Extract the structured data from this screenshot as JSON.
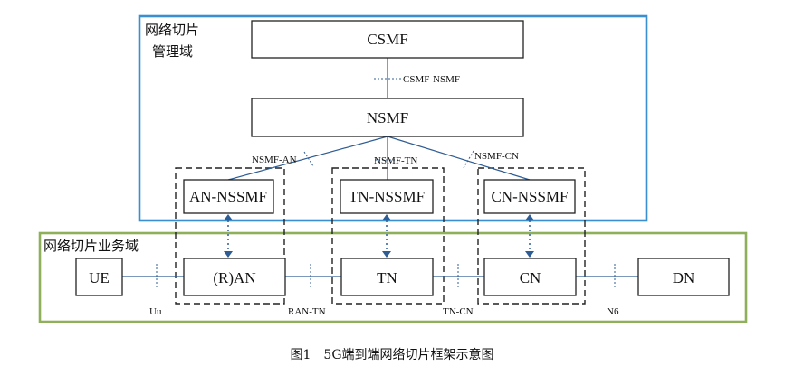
{
  "zones": {
    "management": "网络切片\n管理域",
    "service": "网络切片业务域"
  },
  "nodes": {
    "csmf": "CSMF",
    "nsmf": "NSMF",
    "an_nssmf": "AN-NSSMF",
    "tn_nssmf": "TN-NSSMF",
    "cn_nssmf": "CN-NSSMF",
    "ue": "UE",
    "ran": "(R)AN",
    "tn": "TN",
    "cn": "CN",
    "dn": "DN"
  },
  "interfaces": {
    "csmf_nsmf": "CSMF-NSMF",
    "nsmf_an": "NSMF-AN",
    "nsmf_tn": "NSMF-TN",
    "nsmf_cn": "NSMF-CN",
    "uu": "Uu",
    "ran_tn": "RAN-TN",
    "tn_cn": "TN-CN",
    "n6": "N6"
  },
  "caption": "图1　5G端到端网络切片框架示意图",
  "colors": {
    "management_border": "#3a8fd0",
    "service_border": "#8fb05a",
    "connector": "#2e5c94"
  }
}
